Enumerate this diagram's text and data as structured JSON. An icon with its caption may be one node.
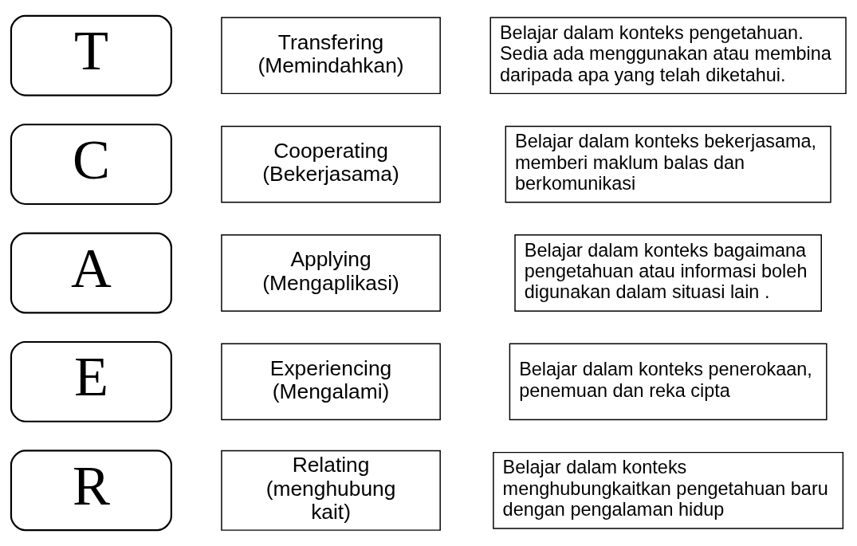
{
  "diagram": {
    "nodes": [
      {
        "text": [
          "R"
        ]
      },
      {
        "text": [
          "Relating (menghubung kait)"
        ]
      },
      {
        "text": [
          "Belajar dalam konteks menghubungkaitkan pengetahuan baru dengan pengalaman hidup"
        ]
      },
      {
        "text": [
          "E"
        ]
      },
      {
        "text": [
          "Experiencing (Mengalami)"
        ]
      },
      {
        "text": [
          "Belajar dalam konteks penerokaan, penemuan dan reka cipta"
        ]
      },
      {
        "text": [
          "A"
        ]
      },
      {
        "text": [
          "Applying (Mengaplikasi)"
        ]
      },
      {
        "text": [
          "Belajar dalam konteks bagaimana pengetahuan atau informasi boleh digunakan dalam situasi lain ."
        ]
      },
      {
        "text": [
          "C"
        ]
      },
      {
        "text": [
          "Cooperating (Bekerjasama)"
        ]
      },
      {
        "text": [
          "Belajar dalam konteks bekerjasama, memberi maklum balas dan berkomunikasi"
        ]
      },
      {
        "text": [
          "T"
        ]
      },
      {
        "text": [
          "Transfering (Memindahkan)"
        ]
      },
      {
        "text": [
          "Belajar dalam konteks pengetahuan. Sedia ada menggunakan atau membina daripada apa yang telah diketahui."
        ]
      }
    ]
  }
}
